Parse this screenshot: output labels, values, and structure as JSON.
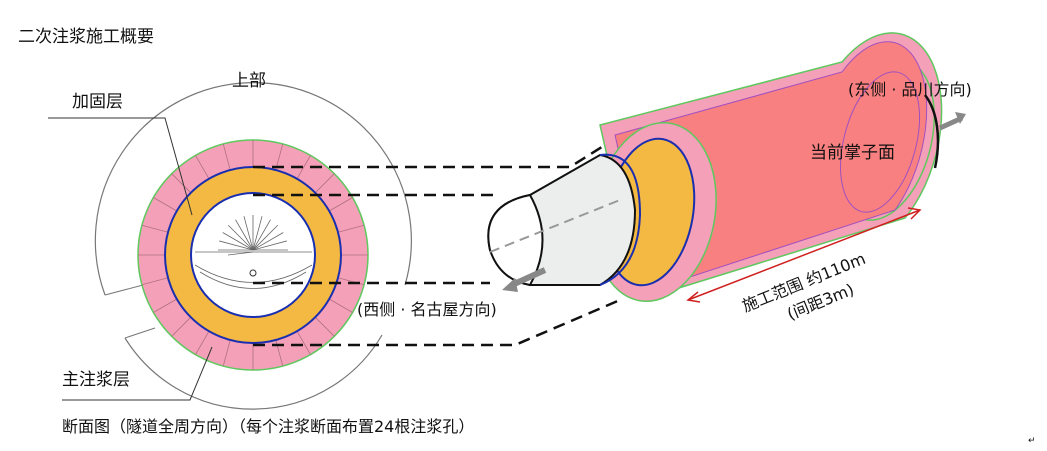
{
  "title": "二次注浆施工概要",
  "cross_section": {
    "top_label": "上部",
    "reinforce_label": "加固层",
    "main_grout_label": "主注浆层",
    "caption": "断面图（隧道全周方向）（每个注浆断面布置24根注浆孔）"
  },
  "tunnel_3d": {
    "west_label": "(西侧 · 名古屋方向)",
    "east_label": "(东侧 · 品川方向)",
    "face_label": "当前掌子面",
    "range_label": "施工范围 约110m",
    "spacing_label": "(间距3m)"
  },
  "colors": {
    "pink": "#f4a0b8",
    "orange": "#f4b942",
    "salmon": "#f98080",
    "green": "#5fc85f",
    "blue": "#1a2fb0",
    "red": "#d02020"
  },
  "end_mark": "↵"
}
